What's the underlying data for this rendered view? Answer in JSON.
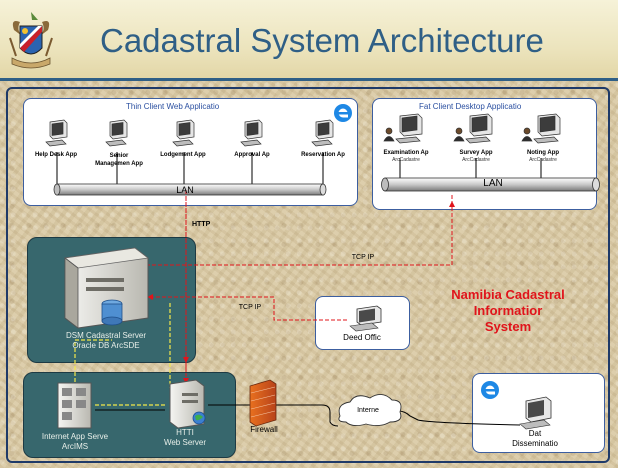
{
  "title": "Cadastral System Architecture",
  "thin_client": {
    "title": "Thin Client Web Applicatio",
    "apps": [
      "Help Desk App",
      "Senior Managemen App",
      "Lodgement App",
      "Approval Ap",
      "Reservation Ap"
    ],
    "lan": "LAN"
  },
  "fat_client": {
    "title": "Fat Client Desktop Applicatio",
    "apps": [
      {
        "label": "Examination Ap",
        "sub": "ArcCadastre"
      },
      {
        "label": "Survey App",
        "sub": "ArcCadastre"
      },
      {
        "label": "Noting App",
        "sub": "ArcCadastre"
      }
    ],
    "lan": "LAN"
  },
  "links": {
    "http": "HTTP",
    "tcp_ip_1": "TCP IP",
    "tcp_ip_2": "TCP IP"
  },
  "dsm_server": {
    "line1": "DSM Cadastral Server",
    "line2": "Oracle DB ArcSDE"
  },
  "deeds_office": "Deed Offic",
  "system_name": [
    "Namibia Cadastral",
    "Informatior",
    "System"
  ],
  "internet_app_server": {
    "line1": "Internet App Serve",
    "line2": "ArcIMS"
  },
  "http_server": {
    "line1": "HTTI",
    "line2": "Web Server"
  },
  "firewall": "Firewall",
  "internet": "Interne",
  "data_dissemination": {
    "line1": "Dat",
    "line2": "Disseminatio"
  },
  "colors": {
    "title": "#2f5f86",
    "accent_red": "#e0141b",
    "frame": "#1f3a68",
    "dark_panel": "#37676d"
  }
}
